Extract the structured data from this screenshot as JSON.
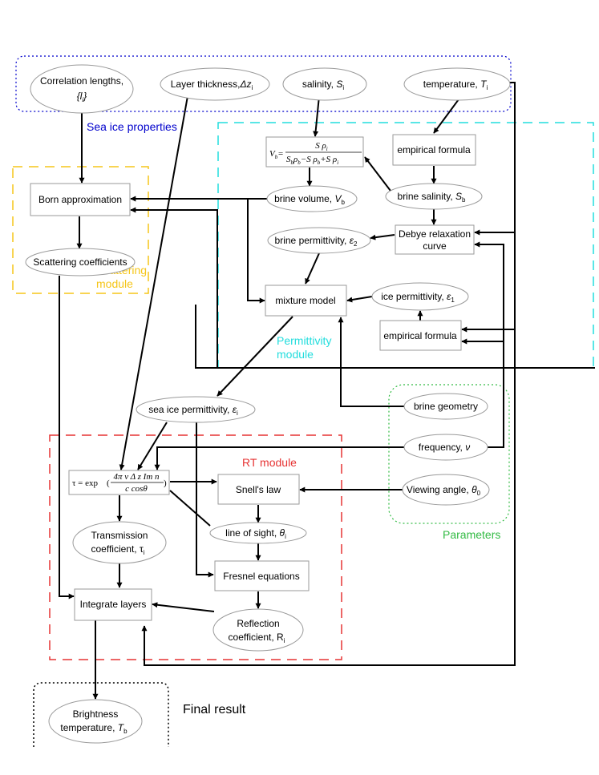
{
  "groups": {
    "sea_ice_properties": {
      "label": "Sea ice properties",
      "color": "#0000cc"
    },
    "scattering_module": {
      "label_line1": "Scattering",
      "label_line2": "module",
      "color": "#f5c518"
    },
    "permittivity_module": {
      "label_line1": "Permittivity",
      "label_line2": "module",
      "color": "#22dddd"
    },
    "rt_module": {
      "label": "RT module",
      "color": "#e63333"
    },
    "parameters": {
      "label": "Parameters",
      "color": "#33bb44"
    },
    "final_result": {
      "label": "Final result",
      "color": "#000000"
    }
  },
  "nodes": {
    "correlation_lengths": {
      "line1": "Correlation lengths,",
      "line2_sym": "{l",
      "line2_sub": "i",
      "line2_end": "}"
    },
    "layer_thickness": {
      "text": "Layer thickness,",
      "sym": "Δz",
      "sub": "i"
    },
    "salinity": {
      "text": "salinity,",
      "sym": "S",
      "sub": "i"
    },
    "temperature": {
      "text": "temperature,",
      "sym": "T",
      "sub": "i"
    },
    "empirical_formula_top": {
      "text": "empirical formula"
    },
    "brine_volume_formula": {
      "lhs": "V",
      "lhs_sub": "b",
      "eq": "=",
      "num": "S ρ",
      "num_sub": "i",
      "den": "S",
      "den_sub1": "b",
      "den_mid": "ρ",
      "den_sub2": "b",
      "den_rest": "−S ρ",
      "den_sub3": "b",
      "den_rest2": "+S ρ",
      "den_sub4": "i"
    },
    "born_approximation": {
      "text": "Born approximation"
    },
    "brine_volume": {
      "text": "brine volume,",
      "sym": "V",
      "sub": "b"
    },
    "brine_salinity": {
      "text": "brine salinity,",
      "sym": "S",
      "sub": "b"
    },
    "debye": {
      "line1": "Debye relaxation",
      "line2": "curve"
    },
    "brine_permittivity": {
      "text": "brine permittivity,",
      "sym": "ε",
      "sub": "2"
    },
    "scattering_coefficients": {
      "text": "Scattering coefficients"
    },
    "mixture_model": {
      "text": "mixture model"
    },
    "ice_permittivity": {
      "text": "ice permittivity,",
      "sym": "ε",
      "sub": "1"
    },
    "empirical_formula_bottom": {
      "text": "empirical formula"
    },
    "sea_ice_permittivity": {
      "text": "sea ice permittivity,",
      "sym": "ε",
      "sub": "i"
    },
    "brine_geometry": {
      "text": "brine geometry"
    },
    "frequency": {
      "text": "frequency,",
      "sym": "ν"
    },
    "tau_formula": {
      "lhs": "τ = exp",
      "num": "4π ν Δ z Im n",
      "den": "c cosθ"
    },
    "snells_law": {
      "text": "Snell's law"
    },
    "viewing_angle": {
      "text": "Viewing angle,",
      "sym": "θ",
      "sub": "0"
    },
    "line_of_sight": {
      "text": "line of sight,",
      "sym": "θ",
      "sub": "i"
    },
    "transmission": {
      "line1": "Transmission",
      "line2": "coefficient,",
      "sym": "τ",
      "sub": "i"
    },
    "fresnel": {
      "text": "Fresnel equations"
    },
    "integrate_layers": {
      "text": "Integrate layers"
    },
    "reflection": {
      "line1": "Reflection",
      "line2": "coefficient, R",
      "sub": "i"
    },
    "brightness": {
      "line1": "Brightness",
      "line2": "temperature,",
      "sym": "T",
      "sub": "b"
    }
  }
}
